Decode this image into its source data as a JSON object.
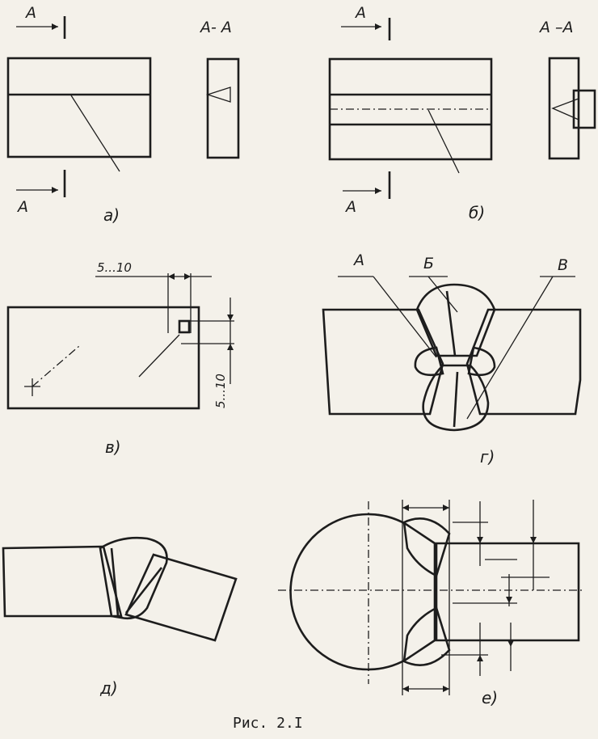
{
  "figure": {
    "caption": "Рис. 2.I",
    "panels": [
      {
        "id": "a",
        "label": "а)",
        "section_marker": "А",
        "section_label": "А- А"
      },
      {
        "id": "b",
        "label": "б)",
        "section_marker": "А",
        "section_label": "А –А"
      },
      {
        "id": "v",
        "label": "в)",
        "dim_horizontal": "5...10",
        "dim_vertical": "5...10"
      },
      {
        "id": "g",
        "label": "г)",
        "zone_labels": [
          "А",
          "Б",
          "В"
        ]
      },
      {
        "id": "d",
        "label": "д)"
      },
      {
        "id": "e",
        "label": "е)"
      }
    ]
  },
  "colors": {
    "ink": "#1d1d1d",
    "paper": "#f4f1ea"
  }
}
